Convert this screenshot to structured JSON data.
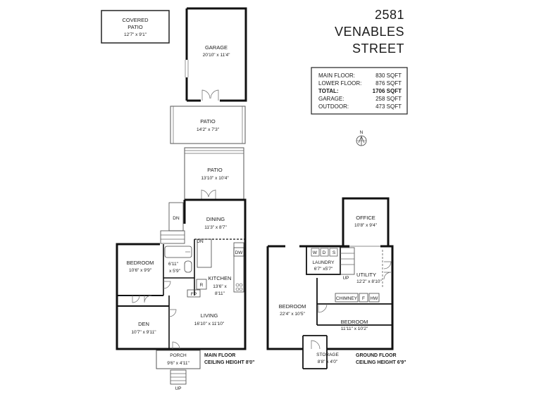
{
  "title": {
    "line1": "2581",
    "line2": "VENABLES",
    "line3": "STREET"
  },
  "area_summary": [
    {
      "label": "MAIN FLOOR:",
      "value": "830 SQFT",
      "bold": false
    },
    {
      "label": "LOWER FLOOR:",
      "value": "876 SQFT",
      "bold": false
    },
    {
      "label": "TOTAL:",
      "value": "1706 SQFT",
      "bold": true
    },
    {
      "label": "GARAGE:",
      "value": "258 SQFT",
      "bold": false
    },
    {
      "label": "OUTDOOR:",
      "value": "473 SQFT",
      "bold": false
    }
  ],
  "compass": "N",
  "rooms": {
    "covered_patio": {
      "name1": "COVERED",
      "name2": "PATIO",
      "dims": "12'7\" x 9'1\""
    },
    "garage": {
      "name": "GARAGE",
      "dims": "20'10\" x 11'4\""
    },
    "patio_upper": {
      "name": "PATIO",
      "dims": "14'2\" x 7'3\""
    },
    "patio_lower": {
      "name": "PATIO",
      "dims": "13'10\" x 10'4\""
    },
    "dining": {
      "name": "DINING",
      "dims": "11'3\" x 8'7\""
    },
    "bedroom_main": {
      "name": "BEDROOM",
      "dims": "10'6\" x 9'9\""
    },
    "bath": {
      "dims1": "6'11\"",
      "dims2": "x 5'9\""
    },
    "kitchen": {
      "name": "KITCHEN",
      "dims1": "13'6\" x",
      "dims2": "8'11\""
    },
    "den": {
      "name": "DEN",
      "dims": "10'7\" x 9'11\""
    },
    "living": {
      "name": "LIVING",
      "dims": "16'10\" x 11'10\""
    },
    "porch": {
      "name": "PORCH",
      "dims": "9'6\" x 4'11\""
    },
    "office": {
      "name": "OFFICE",
      "dims": "10'8\" x 9'4\""
    },
    "laundry": {
      "name": "LAUNDRY",
      "dims": "6'7\" x5'7\""
    },
    "utility": {
      "name": "UTILITY",
      "dims": "12'2\" x 8'10\""
    },
    "bedroom_lower_left": {
      "name": "BEDROOM",
      "dims": "22'4\" x 10'5\""
    },
    "bedroom_lower_right": {
      "name": "BEDROOM",
      "dims": "11'11\" x 10'2\""
    },
    "storage": {
      "name": "STORAGE",
      "dims": "8'8\" x 4'0\""
    }
  },
  "fixtures": {
    "dn_upper": "DN",
    "dn_lower": "DN",
    "dw": "DW",
    "fp": "FP",
    "r": "R",
    "up_porch": "UP",
    "up_lower": "UP",
    "w": "W",
    "d": "D",
    "s": "S",
    "chimney": "CHIMNEY",
    "f": "F",
    "hw": "HW"
  },
  "floor_labels": {
    "main": {
      "line1": "MAIN FLOOR",
      "line2": "CEILING HEIGHT 8'0\""
    },
    "ground": {
      "line1": "GROUND FLOOR",
      "line2": "CEILING HEIGHT 6'9\""
    }
  }
}
